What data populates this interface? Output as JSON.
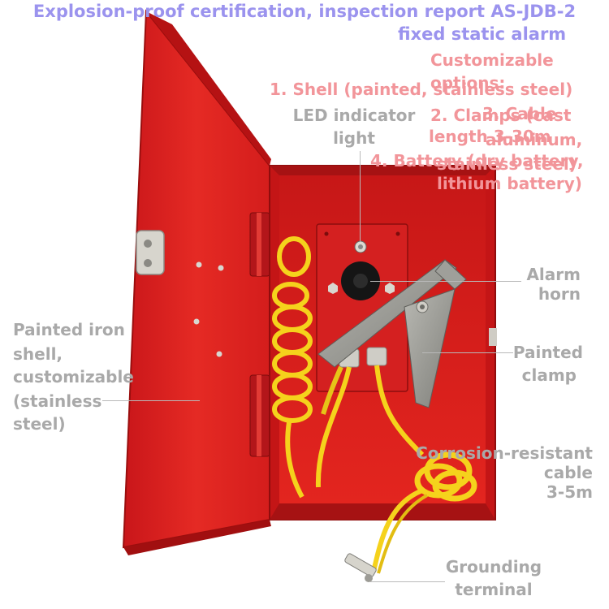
{
  "header": {
    "line1": "Explosion-proof certification, inspection report AS-JDB-2",
    "line2": "fixed static alarm"
  },
  "options": {
    "title_line1": "Customizable",
    "title_line2": "options:",
    "item1": "1. Shell (painted, stainless steel)",
    "item2_line1": "2. Clamps (cast",
    "item2_line2": "aluminum,",
    "item2_line3": "stainless steel)",
    "item3_line1": "3. Cable",
    "item3_line2": "length 3-30m",
    "item4_line1": "4. Battery (dry battery,",
    "item4_line2": "lithium battery)"
  },
  "callouts": {
    "led_line1": "LED indicator",
    "led_line2": "light",
    "horn_line1": "Alarm",
    "horn_line2": "horn",
    "clamp_line1": "Painted",
    "clamp_line2": "clamp",
    "shell_line1": "Painted iron",
    "shell_line2": "shell,",
    "shell_line3": "customizable",
    "shell_line4": "(stainless",
    "shell_line5": "steel)",
    "cable_line1": "Corrosion-resistant",
    "cable_line2": "cable",
    "cable_line3": "3-5m",
    "ground_line1": "Grounding",
    "ground_line2": "terminal"
  },
  "colors": {
    "box_red": "#e3211f",
    "box_dark_red": "#a90f10",
    "cable_yellow": "#f5d21c",
    "clamp_gray": "#9a9a94",
    "header_purple": "#9b93ee",
    "options_pink": "#f2959a",
    "label_gray": "#a9a9a9"
  }
}
